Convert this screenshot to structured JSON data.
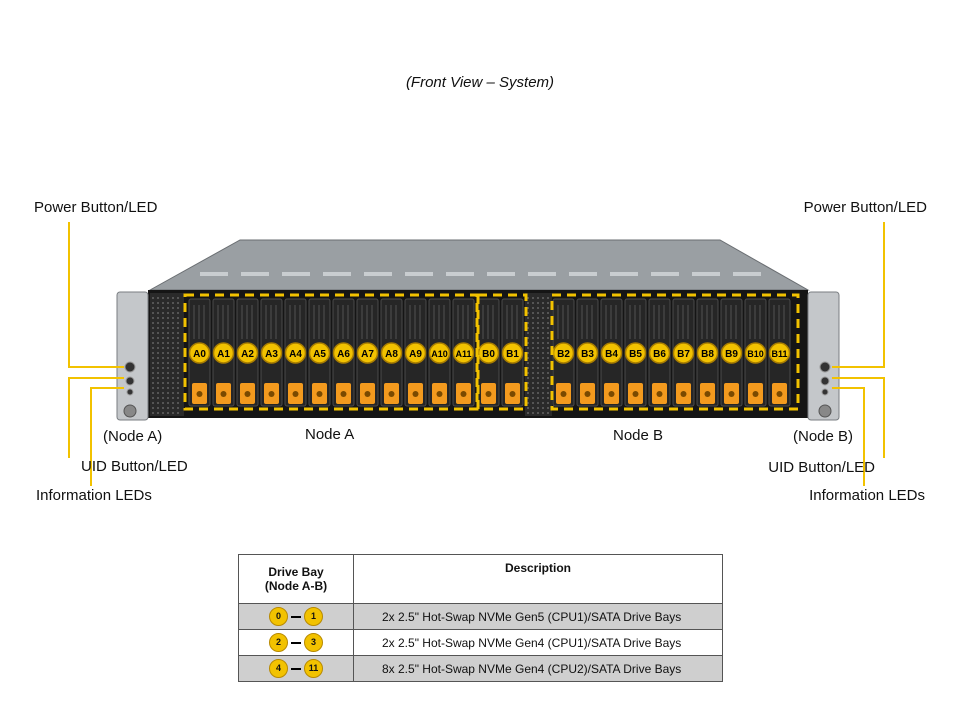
{
  "caption": "(Front View – System)",
  "labels": {
    "power_left": "Power Button/LED",
    "power_right": "Power Button/LED",
    "node_a_paren": "(Node A)",
    "node_b_paren": "(Node B)",
    "uid_left": "UID Button/LED",
    "uid_right": "UID Button/LED",
    "info_left": "Information  LEDs",
    "info_right": "Information  LEDs",
    "node_a": "Node A",
    "node_b": "Node B"
  },
  "bays_a": [
    "A0",
    "A1",
    "A2",
    "A3",
    "A4",
    "A5",
    "A6",
    "A7",
    "A8",
    "A9",
    "A10",
    "A11"
  ],
  "bays_b_first": [
    "B0",
    "B1"
  ],
  "bays_b_rest": [
    "B2",
    "B3",
    "B4",
    "B5",
    "B6",
    "B7",
    "B8",
    "B9",
    "B10",
    "B11"
  ],
  "legend": {
    "header_bay": "Drive Bay\n(Node A-B)",
    "header_desc": "Description",
    "rows": [
      {
        "from": "0",
        "to": "1",
        "desc": "2x 2.5\" Hot-Swap NVMe Gen5 (CPU1)/SATA  Drive  Bays"
      },
      {
        "from": "2",
        "to": "3",
        "desc": "2x 2.5\" Hot-Swap NVMe Gen4 (CPU1)/SATA  Drive  Bays"
      },
      {
        "from": "4",
        "to": "11",
        "desc": "8x 2.5\" Hot-Swap NVMe Gen4 (CPU2)/SATA  Drive  Bays"
      }
    ]
  },
  "colors": {
    "callout": "#f2c200",
    "badge": "#f2c200",
    "latch": "#f39a1e",
    "chassis": "#1a1a1a"
  }
}
